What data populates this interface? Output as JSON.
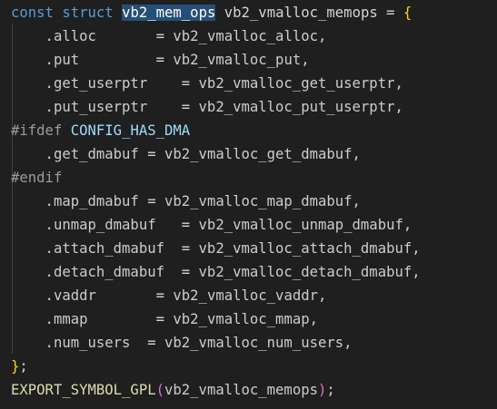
{
  "code": {
    "decl": {
      "const_kw": "const",
      "struct_kw": "struct",
      "struct_name": "vb2_mem_ops",
      "var_name": "vb2_vmalloc_memops",
      "equals": "=",
      "open_brace": "{"
    },
    "members": [
      {
        "field": "    .alloc       ",
        "value": "vb2_vmalloc_alloc,"
      },
      {
        "field": "    .put         ",
        "value": "vb2_vmalloc_put,"
      },
      {
        "field": "    .get_userptr    ",
        "value": "vb2_vmalloc_get_userptr,"
      },
      {
        "field": "    .put_userptr    ",
        "value": "vb2_vmalloc_put_userptr,"
      }
    ],
    "ifdef": {
      "directive": "#ifdef",
      "macro": "CONFIG_HAS_DMA"
    },
    "ifdef_member": {
      "field": "    .get_dmabuf ",
      "value": "vb2_vmalloc_get_dmabuf,"
    },
    "endif": "#endif",
    "members2": [
      {
        "field": "    .map_dmabuf ",
        "value": "vb2_vmalloc_map_dmabuf,"
      },
      {
        "field": "    .unmap_dmabuf   ",
        "value": "vb2_vmalloc_unmap_dmabuf,"
      },
      {
        "field": "    .attach_dmabuf  ",
        "value": "vb2_vmalloc_attach_dmabuf,"
      },
      {
        "field": "    .detach_dmabuf  ",
        "value": "vb2_vmalloc_detach_dmabuf,"
      },
      {
        "field": "    .vaddr       ",
        "value": "vb2_vmalloc_vaddr,"
      },
      {
        "field": "    .mmap        ",
        "value": "vb2_vmalloc_mmap,"
      },
      {
        "field": "    .num_users  ",
        "value": "vb2_vmalloc_num_users,"
      }
    ],
    "close": {
      "brace": "}",
      "semi": ";"
    },
    "export": {
      "macro": "EXPORT_SYMBOL_GPL",
      "open_paren": "(",
      "arg": "vb2_vmalloc_memops",
      "close_paren": ")",
      "semi": ";"
    },
    "eq": "= "
  }
}
